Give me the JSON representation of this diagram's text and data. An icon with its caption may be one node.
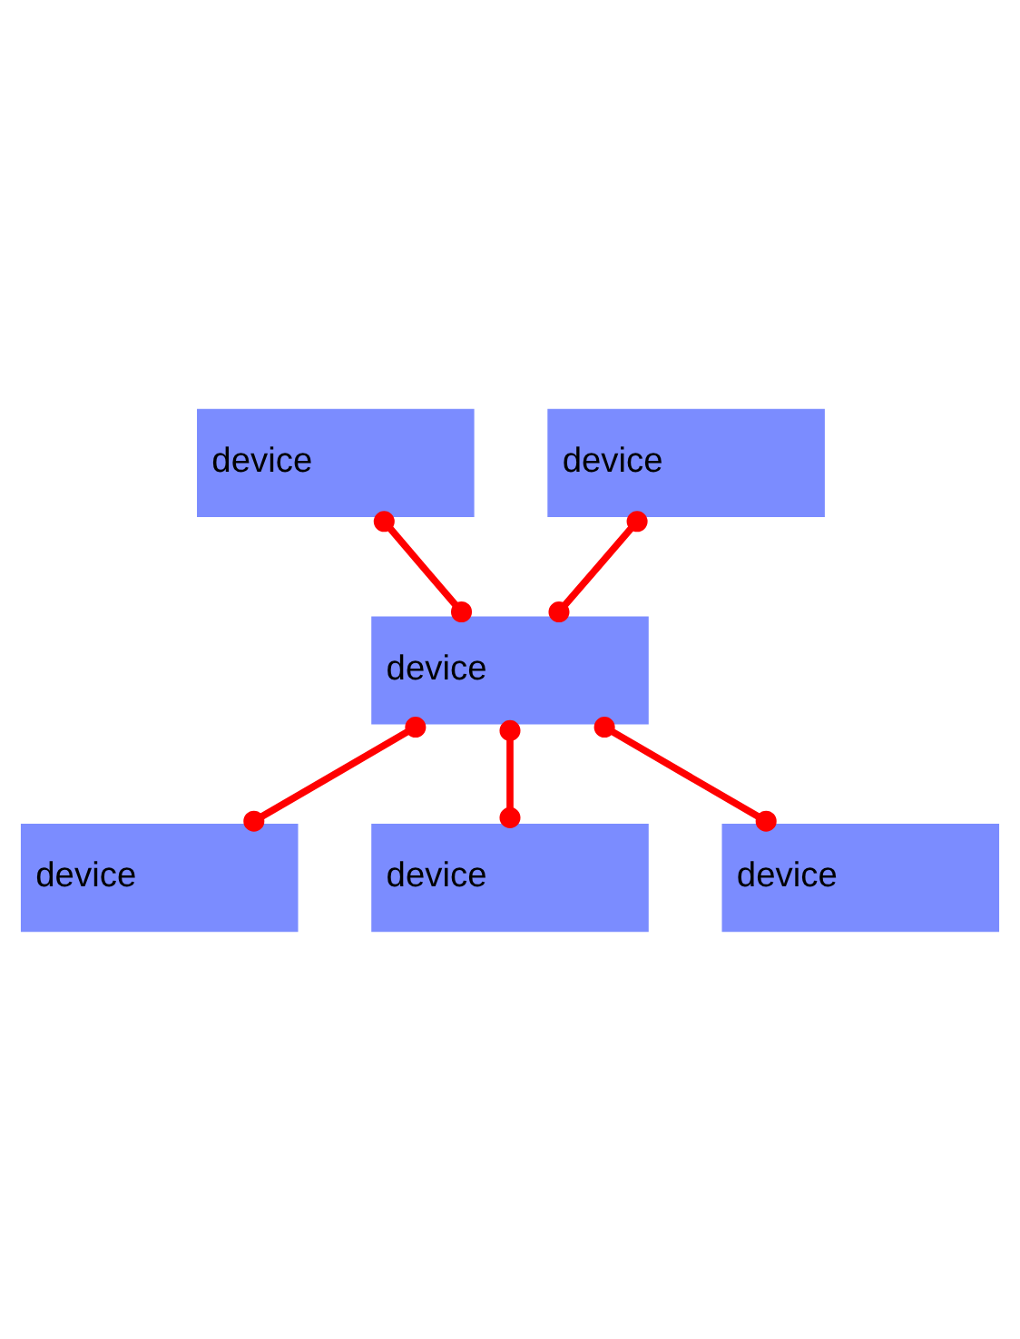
{
  "diagram": {
    "nodes": [
      {
        "text": [
          "device"
        ]
      },
      {
        "text": [
          "device"
        ]
      },
      {
        "text": [
          "device"
        ]
      },
      {
        "text": [
          "device"
        ]
      },
      {
        "text": [
          "device"
        ]
      },
      {
        "text": [
          "device"
        ]
      }
    ],
    "edges": [
      {
        "from": 0,
        "to": 2,
        "arrow": "other"
      },
      {
        "from": 1,
        "to": 2,
        "arrow": "other"
      },
      {
        "from": 2,
        "to": 3,
        "arrow": "other"
      },
      {
        "from": 2,
        "to": 4,
        "arrow": "other"
      },
      {
        "from": 2,
        "to": 5,
        "arrow": "other"
      }
    ]
  }
}
